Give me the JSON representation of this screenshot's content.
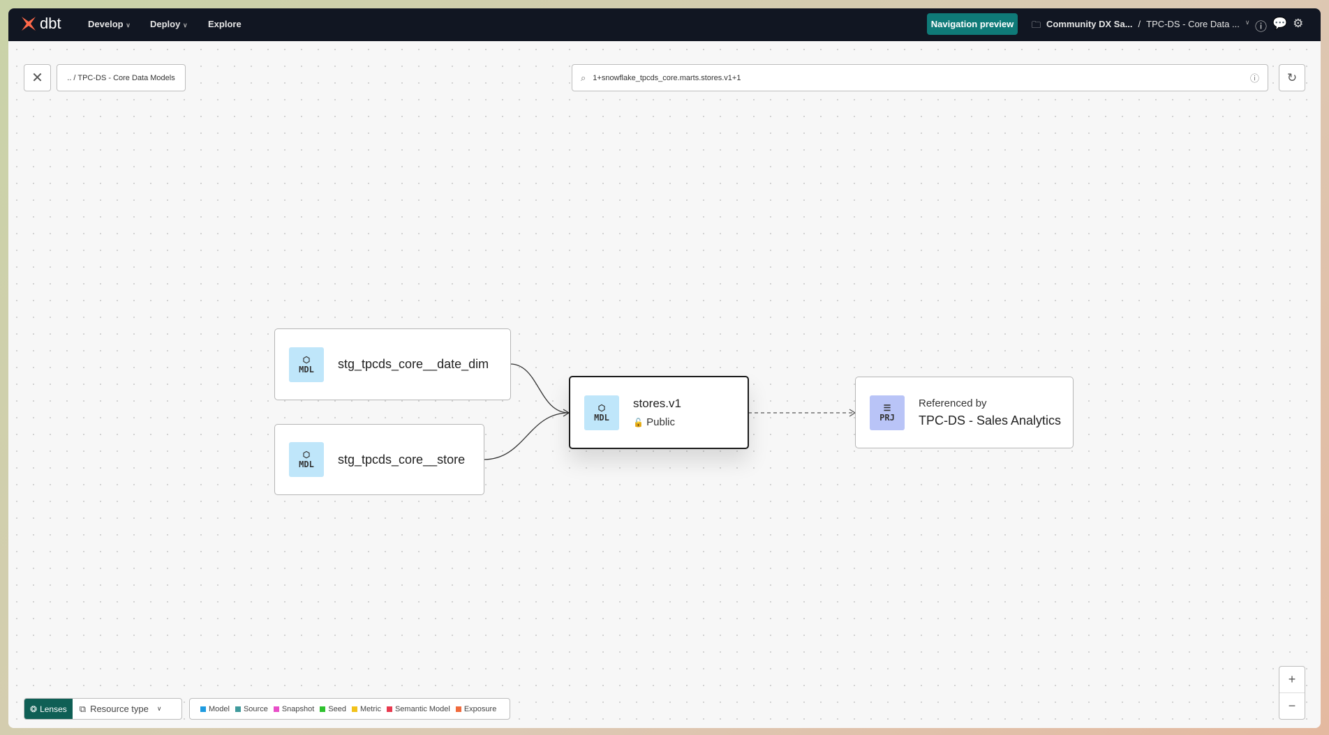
{
  "topbar": {
    "logo": "dbt",
    "nav": [
      "Develop",
      "Deploy",
      "Explore"
    ],
    "nav_preview": "Navigation preview",
    "account": "Community DX Sa...",
    "project": "TPC-DS - Core Data ...",
    "separator": "/"
  },
  "toolbar": {
    "breadcrumb": ".. / TPC-DS - Core Data Models",
    "search_value": "1+snowflake_tpcds_core.marts.stores.v1+1"
  },
  "nodes": [
    {
      "badge": "MDL",
      "name": "stg_tpcds_core__date_dim"
    },
    {
      "badge": "MDL",
      "name": "stg_tpcds_core__store"
    },
    {
      "badge": "MDL",
      "name": "stores.v1",
      "access": "Public"
    },
    {
      "badge": "PRJ",
      "label": "Referenced by",
      "name": "TPC-DS - Sales Analytics"
    }
  ],
  "lenses": {
    "label": "Lenses",
    "resource_type": "Resource type"
  },
  "legend": [
    {
      "label": "Model",
      "color": "#1e9be0"
    },
    {
      "label": "Source",
      "color": "#3f9a9c"
    },
    {
      "label": "Snapshot",
      "color": "#e84fc8"
    },
    {
      "label": "Seed",
      "color": "#2fc22f"
    },
    {
      "label": "Metric",
      "color": "#f2c21b"
    },
    {
      "label": "Semantic Model",
      "color": "#e83a4f"
    },
    {
      "label": "Exposure",
      "color": "#f06a3c"
    }
  ],
  "zoom": {
    "in": "+",
    "out": "−"
  },
  "colors": {
    "brand": "#ff694a",
    "accent": "#0f7a78",
    "topbar": "#111622",
    "model_badge": "#bfe6fa",
    "project_badge": "#b9c4f7"
  }
}
